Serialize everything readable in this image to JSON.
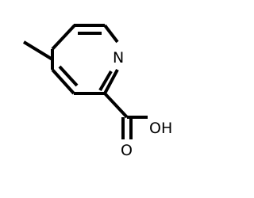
{
  "molecule": {
    "atoms": {
      "nitrogen": {
        "symbol": "N",
        "color": "#000000"
      },
      "carbonyl_oxygen": {
        "symbol": "O",
        "color": "#000000"
      },
      "hydroxyl": {
        "symbol": "OH",
        "color": "#000000"
      }
    },
    "bond_color": "#000000",
    "background_color": "#ffffff"
  }
}
